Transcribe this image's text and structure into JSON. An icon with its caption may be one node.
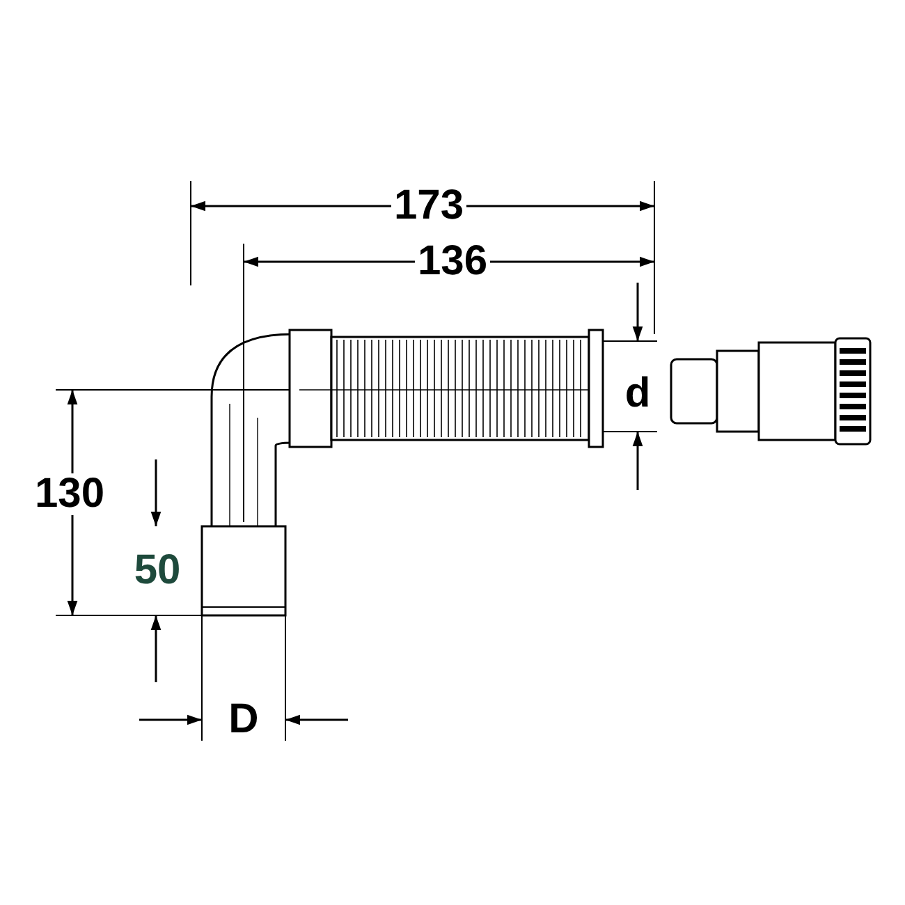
{
  "diagram": {
    "labels": [
      "173",
      "136",
      "d",
      "130",
      "50",
      "D"
    ]
  }
}
